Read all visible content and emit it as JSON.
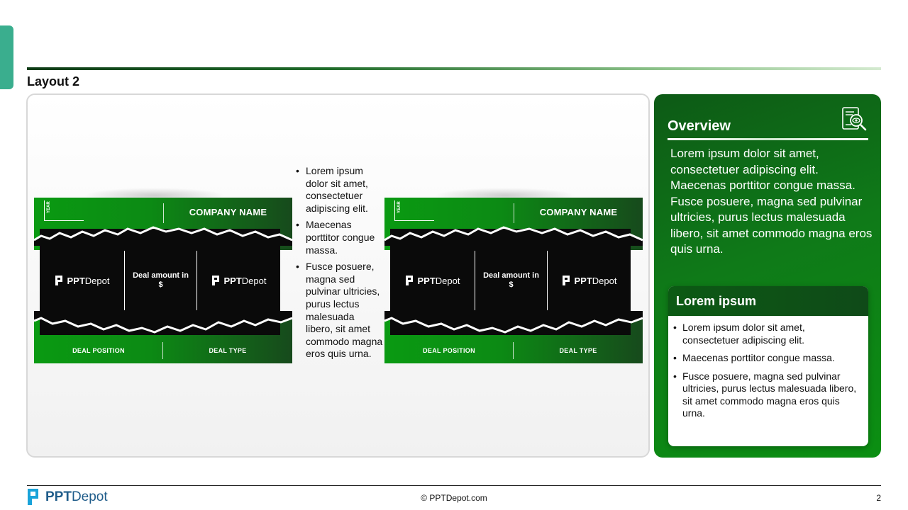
{
  "slide": {
    "title": "Layout 2"
  },
  "cards": [
    {
      "year_label": "YEAR",
      "company": "COMPANY NAME",
      "left_logo": {
        "bold": "PPT",
        "rest": "Depot"
      },
      "deal_amount": "Deal amount in $",
      "right_logo": {
        "bold": "PPT",
        "rest": "Depot"
      },
      "deal_position": "DEAL POSITION",
      "deal_type": "DEAL TYPE"
    },
    {
      "year_label": "YEAR",
      "company": "COMPANY NAME",
      "left_logo": {
        "bold": "PPT",
        "rest": "Depot"
      },
      "deal_amount": "Deal amount in $",
      "right_logo": {
        "bold": "PPT",
        "rest": "Depot"
      },
      "deal_position": "DEAL POSITION",
      "deal_type": "DEAL TYPE"
    }
  ],
  "middle_list": [
    "Lorem ipsum dolor sit amet, consectetuer adipiscing elit.",
    "Maecenas porttitor congue massa.",
    "Fusce posuere, magna sed pulvinar ultricies, purus lectus malesuada libero, sit amet commodo magna eros quis urna."
  ],
  "overview": {
    "title": "Overview",
    "icon": "document-search-icon",
    "body": "Lorem ipsum dolor sit amet, consectetuer adipiscing elit. Maecenas porttitor congue massa. Fusce posuere, magna sed pulvinar ultricies, purus lectus malesuada libero, sit amet commodo magna eros quis urna.",
    "sub_title": "Lorem ipsum",
    "sub_items": [
      "Lorem ipsum dolor sit amet, consectetuer adipiscing elit.",
      "Maecenas porttitor congue massa.",
      "Fusce posuere, magna sed pulvinar ultricies, purus lectus malesuada libero, sit amet commodo magna eros quis urna."
    ]
  },
  "footer": {
    "logo_bold": "PPT",
    "logo_rest": "Depot",
    "copyright": "© PPTDepot.com",
    "page_number": "2"
  },
  "colors": {
    "accent_green": "#0c8a14",
    "dark_green": "#0d5a16",
    "side_tab": "#3aae8e",
    "logo_blue": "#1f5c8a"
  }
}
